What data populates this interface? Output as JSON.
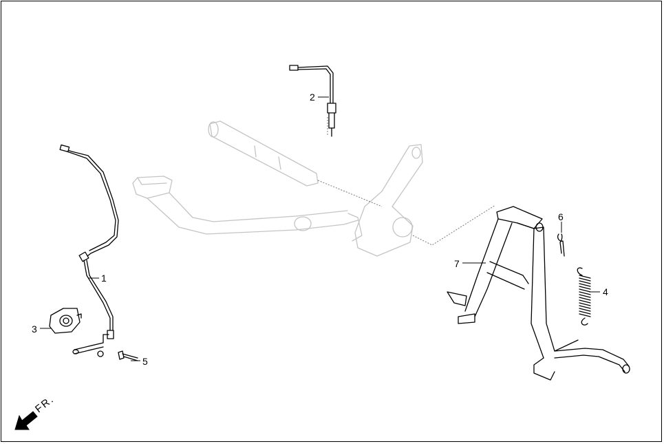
{
  "callouts": [
    "1",
    "2",
    "3",
    "4",
    "5",
    "6",
    "7"
  ],
  "direction_label": "FR.",
  "icons": {
    "direction": "front-direction-arrow-icon"
  }
}
